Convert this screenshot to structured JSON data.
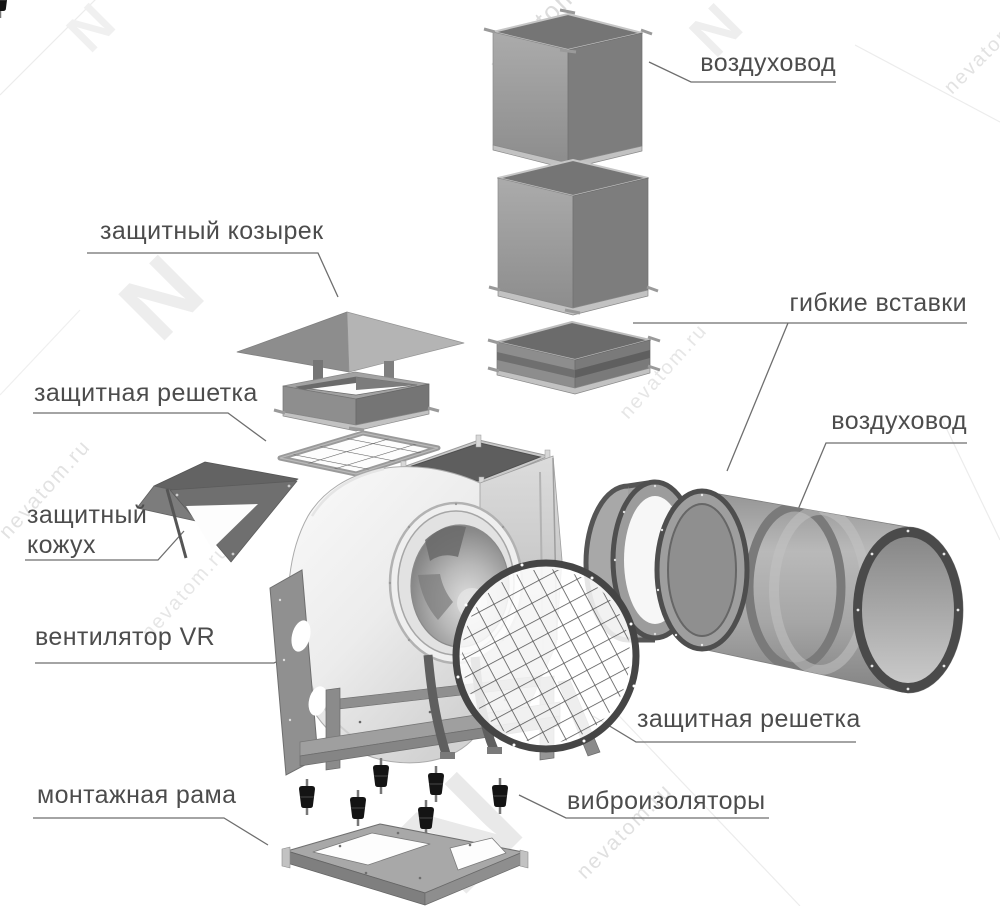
{
  "labels": {
    "duct_top": "воздуховод",
    "visor": "защитный козырек",
    "flat_grille": "защитная решетка",
    "casing_line1": "защитный",
    "casing_line2": "кожух",
    "fan": "вентилятор VR",
    "mounting_frame": "монтажная рама",
    "flexible_inserts": "гибкие вставки",
    "round_duct": "воздуховод",
    "round_grille": "защитная решетка",
    "isolators": "виброизоляторы"
  },
  "watermark": {
    "text": "nevatom.ru",
    "brand": "nevatom",
    "logo_letter": "N"
  },
  "colors": {
    "background": "#ffffff",
    "label_text": "#4c4c4c",
    "leader_line": "#6e6e6e",
    "metal_light": "#f2f2f2",
    "metal_mid": "#9a9a9a",
    "metal_dark": "#6e6e6e",
    "grille_wire": "#575757",
    "isolator": "#141414",
    "watermark": "#e4e4e4"
  }
}
